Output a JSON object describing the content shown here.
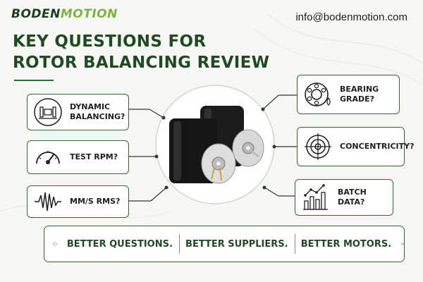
{
  "brand": {
    "part1": "BODEN",
    "part2": "MOTION"
  },
  "email": "info@bodenmotion.com",
  "title": {
    "line1": "KEY QUESTIONS FOR",
    "line2": "ROTOR BALANCING REVIEW"
  },
  "questions_left": [
    {
      "line1": "DYNAMIC",
      "line2": "BALANCING?",
      "icon": "balancing-machine-icon"
    },
    {
      "line1": "TEST RPM?",
      "line2": "",
      "icon": "speedometer-gauge-icon"
    },
    {
      "line1": "MM/S RMS?",
      "line2": "",
      "icon": "vibration-waveform-icon"
    }
  ],
  "questions_right": [
    {
      "line1": "BEARING",
      "line2": "GRADE?",
      "icon": "ball-bearing-icon"
    },
    {
      "line1": "CONCENTRICITY?",
      "line2": "",
      "icon": "target-crosshair-icon"
    },
    {
      "line1": "BATCH DATA?",
      "line2": "",
      "icon": "bar-chart-trend-icon"
    }
  ],
  "banner": {
    "seg1": "BETTER QUESTIONS.",
    "seg2": "BETTER SUPPLIERS.",
    "seg3": "BETTER MOTORS.",
    "left_icon": "handshake-icon",
    "right_icon": "check-circle-icon"
  },
  "colors": {
    "dark_green": "#1f4a22",
    "accent_green": "#7cb441",
    "border_green": "#2f6a31"
  }
}
